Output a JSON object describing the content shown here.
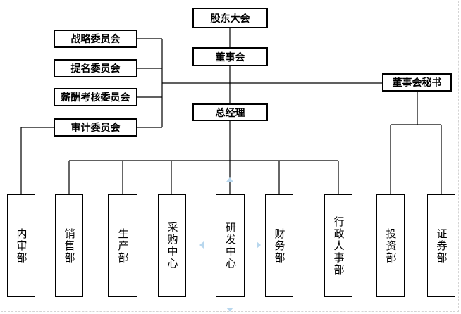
{
  "org_chart": {
    "top": {
      "shareholders": "股东大会",
      "board": "董事会",
      "general_manager": "总经理",
      "board_secretary": "董事会秘书"
    },
    "committees": [
      "战略委员会",
      "提名委员会",
      "薪酬考核委员会",
      "审计委员会"
    ],
    "departments": [
      "内审部",
      "销售部",
      "生产部",
      "采购中心",
      "研发中心",
      "财务部",
      "行政人事部",
      "投资部",
      "证券部"
    ]
  },
  "colors": {
    "line": "#000000",
    "handle": "#b8d7ee"
  }
}
